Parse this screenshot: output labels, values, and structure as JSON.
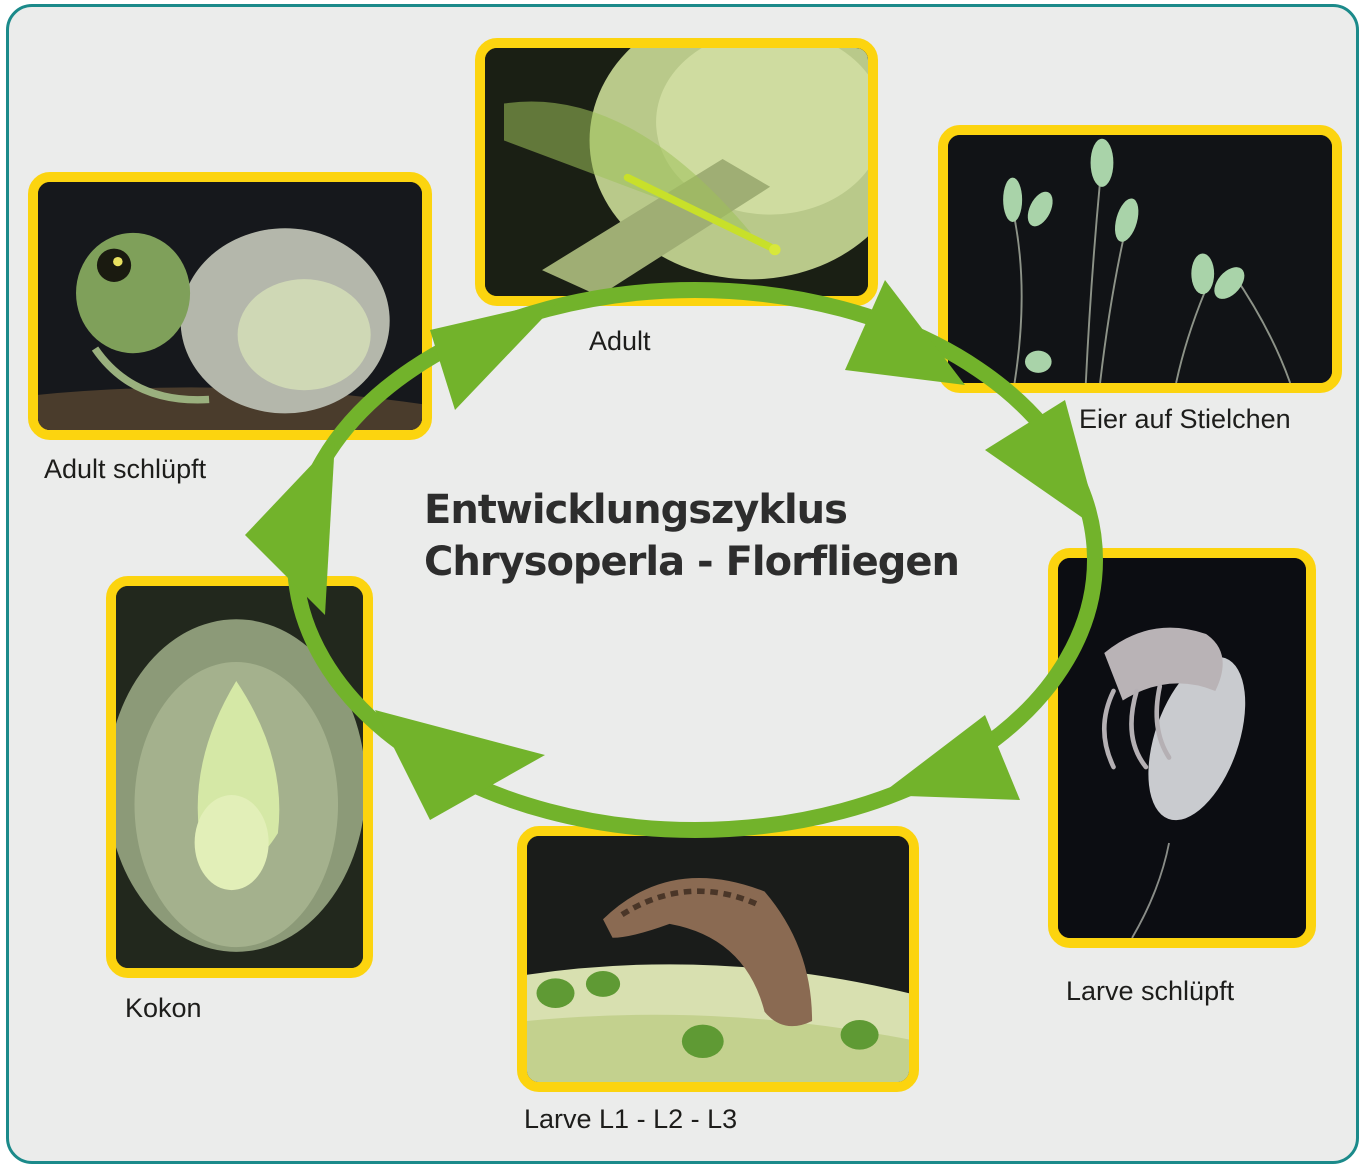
{
  "title": {
    "line1": "Entwicklungszyklus",
    "line2": "Chrysoperla - Florfliegen"
  },
  "stages": [
    {
      "label": "Adult"
    },
    {
      "label": "Eier auf Stielchen"
    },
    {
      "label": "Larve schlüpft"
    },
    {
      "label": "Larve L1 - L2 - L3"
    },
    {
      "label": "Kokon"
    },
    {
      "label": "Adult schlüpft"
    }
  ],
  "colors": {
    "frame": "#1b8a8a",
    "background": "#ebeceb",
    "photo_border": "#fcd40f",
    "arrow": "#72b32b"
  }
}
